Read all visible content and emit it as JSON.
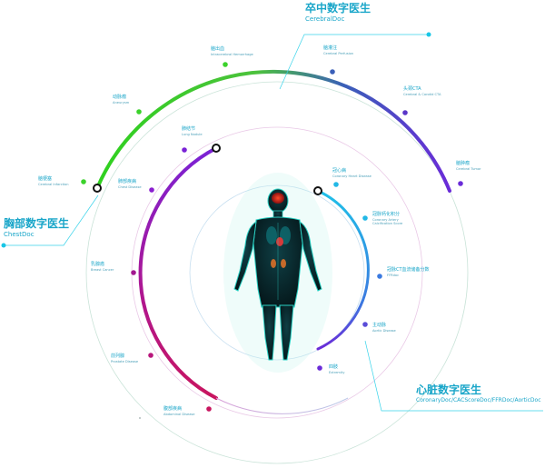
{
  "colors": {
    "accent": "#1aa6c9",
    "green": "#3bd22b",
    "purple": "#6a2bd8",
    "magenta": "#c1168a",
    "cyan": "#22b8e6"
  },
  "headers": {
    "cerebral": {
      "zh": "卒中数字医生",
      "en": "CerebralDoc"
    },
    "chest": {
      "zh": "胸部数字医生",
      "en": "ChestDoc"
    },
    "cardiac": {
      "zh": "心脏数字医生",
      "en": "CoronaryDoc/CACScoreDoc/FFRDoc/AorticDoc"
    }
  },
  "nodes": {
    "ich": {
      "zh": "脑出血",
      "en": "Intracerebral Hemorrhage"
    },
    "perfusion": {
      "zh": "脑灌注",
      "en": "Cerebral Perfusion"
    },
    "cta": {
      "zh": "头颈CTA",
      "en": "Cerebral & Carotid CTA"
    },
    "aneurysm": {
      "zh": "动脉瘤",
      "en": "Aneurysm"
    },
    "tumor": {
      "zh": "脑肿瘤",
      "en": "Cerebral Tumor"
    },
    "infarct": {
      "zh": "脑梗塞",
      "en": "Cerebral Infarction"
    },
    "nodule": {
      "zh": "肺结节",
      "en": "Lung Nodule"
    },
    "heart": {
      "zh": "冠心病",
      "en": "Coronary Heart Disease"
    },
    "cac": {
      "zh": "冠脉钙化积分",
      "en": "Coronary Artery Calcification Score"
    },
    "lung_disease": {
      "zh": "肺部疾病",
      "en": "Chest Disease"
    },
    "ffr": {
      "zh": "冠脉CT血流储备分数",
      "en": "FFRdoc"
    },
    "breast": {
      "zh": "乳腺癌",
      "en": "Breast Cancer"
    },
    "aortic": {
      "zh": "主动脉",
      "en": "Aortic Disease"
    },
    "prostate": {
      "zh": "前列腺",
      "en": "Prostate Disease"
    },
    "extrem": {
      "zh": "四肢",
      "en": "Extremity"
    },
    "abdomen": {
      "zh": "腹部疾病",
      "en": "Abdominal Disease"
    }
  }
}
